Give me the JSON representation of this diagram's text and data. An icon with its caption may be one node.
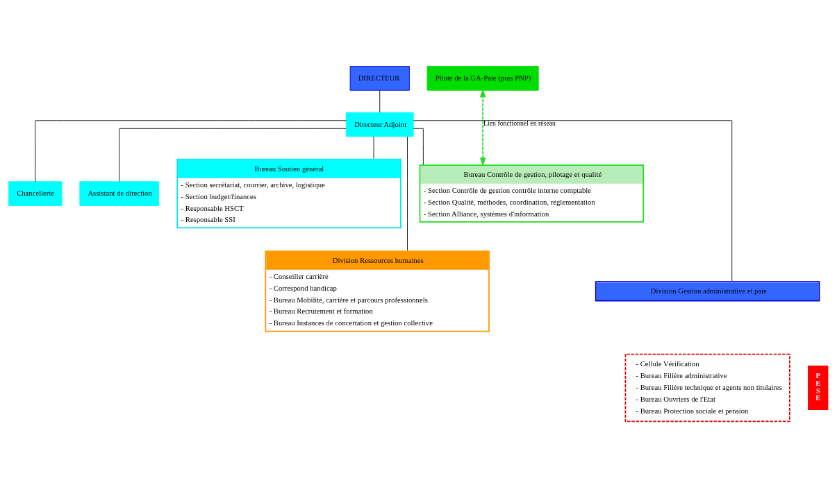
{
  "diagram": {
    "nodes": [
      {
        "text": [
          "DIRECTEUR"
        ]
      },
      {
        "text": [
          "Directeur Adjoint"
        ]
      },
      {
        "text": [
          "Chancellerie"
        ]
      },
      {
        "text": [
          "Assistant de direction"
        ]
      },
      {
        "text": [
          "Pilote de la GA-Paie (puis PNP)"
        ]
      },
      {
        "text": [
          "Bureau Soutien général",
          "- Section secrétariat, courrier, archive, logistique",
          "- Section budget/finances",
          "- Responsable HSCT",
          "- Responsable SSI"
        ]
      },
      {
        "text": [
          "Bureau Contrôle de gestion, pilotage et qualité",
          "- Section Contrôle de gestion contrôle interne comptable",
          "- Section Qualité, méthodes, coordination, réglementation",
          "- Section Alliance, systèmes d'information"
        ]
      },
      {
        "text": [
          "Division Ressources humaines",
          "- Conseiller carrière",
          "- Correspond handicap",
          "- Bureau Mobilité, carrière et parcours professionnels",
          "- Bureau Recrutement et formation",
          "- Bureau Instances de concertation et gestion collective"
        ]
      },
      {
        "text": [
          "Division Gestion administrative et paie"
        ]
      },
      {
        "text": [
          "- Cellule Vérification",
          "- Bureau Filière administrative",
          "- Bureau Filière technique et agents non titulaires",
          "- Bureau Ouvriers de l'Etat",
          "- Bureau Protection sociale et pension"
        ]
      },
      {
        "text": [
          "P E S E"
        ]
      }
    ],
    "edges": [
      {
        "from": 0,
        "to": 1,
        "arrow": "none"
      },
      {
        "from": 1,
        "to": 2,
        "arrow": "none"
      },
      {
        "from": 1,
        "to": 3,
        "arrow": "none"
      },
      {
        "from": 1,
        "to": 5,
        "arrow": "none"
      },
      {
        "from": 1,
        "to": 6,
        "arrow": "none"
      },
      {
        "from": 1,
        "to": 7,
        "arrow": "none"
      },
      {
        "from": 1,
        "to": 8,
        "arrow": "none"
      },
      {
        "from": 6,
        "to": 4,
        "arrow": "both",
        "label": "Lien fonctionnel en réseau",
        "style": "dashed",
        "color": "#22dd22"
      }
    ]
  }
}
